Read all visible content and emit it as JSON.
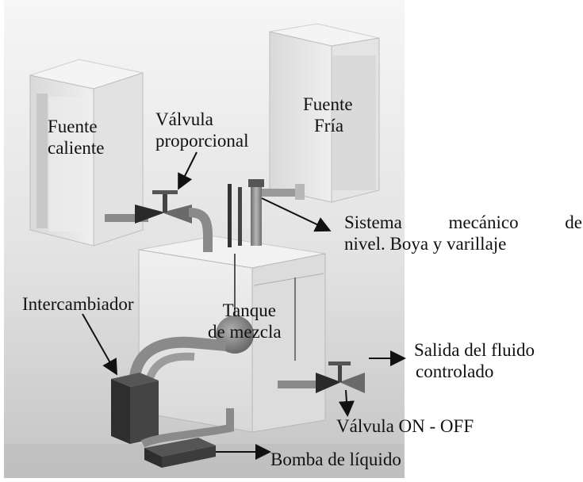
{
  "labels": {
    "fuente_caliente": [
      "Fuente",
      "caliente"
    ],
    "valvula_proporcional": [
      "Válvula",
      "proporcional"
    ],
    "fuente_fria": [
      "Fuente",
      "Fría"
    ],
    "sistema_mecanico": {
      "line1_words": [
        "Sistema",
        "mecánico",
        "de"
      ],
      "line2": "nivel. Boya y varillaje"
    },
    "intercambiador": "Intercambiador",
    "tanque_mezcla": [
      "Tanque",
      "de mezcla"
    ],
    "salida_fluido": [
      "Salida del fluido",
      "controlado"
    ],
    "valvula_on_off": "Válvula ON - OFF",
    "bomba_liquido": "Bomba de líquido"
  },
  "colors": {
    "background_top": "#f3f3f3",
    "background_bottom": "#c9c9c9",
    "box_face": "#e6e6e6",
    "box_frame": "#f5f5f5",
    "box_shadow": "#a8a8a8",
    "pipe": "#8a8a8a",
    "valve_dark": "#2b2b2b",
    "heat_exchanger": "#333333",
    "float_ball": "#8c8c8c",
    "arrow": "#111111"
  }
}
